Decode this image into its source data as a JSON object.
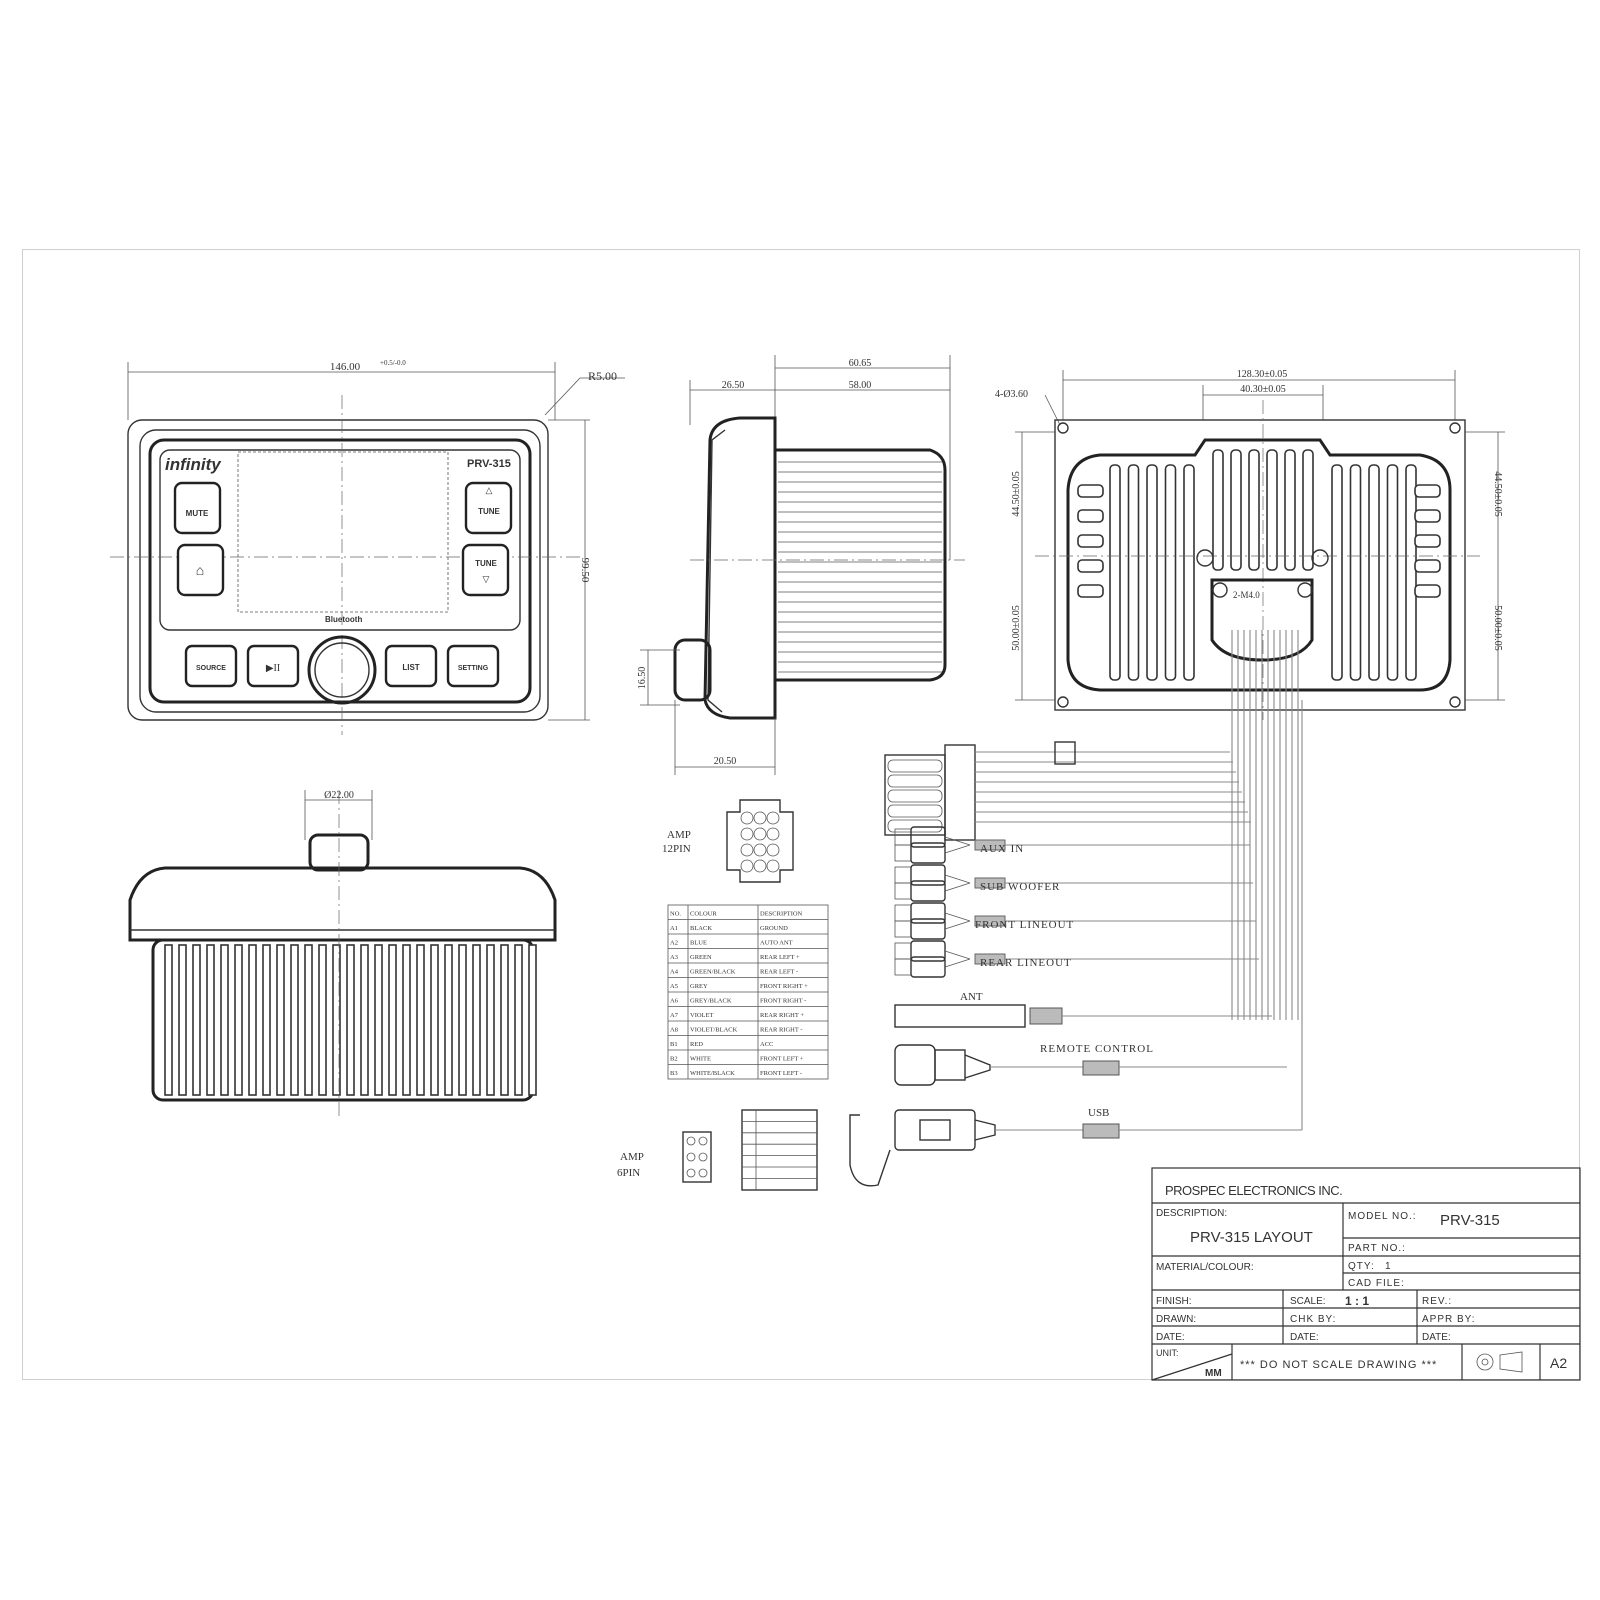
{
  "front_view": {
    "width_dim": "146.00",
    "width_tol": "+0.5/-0.0",
    "corner_radius": "R5.00",
    "height_dim": "99.50",
    "brand": "infinity",
    "model": "PRV-315",
    "bluetooth": "Bluetooth",
    "buttons": {
      "mute": "MUTE",
      "tune_up": "TUNE",
      "tune_down": "TUNE",
      "home": "⌂",
      "source": "SOURCE",
      "play": "▶II",
      "list": "LIST",
      "setting": "SETTING"
    }
  },
  "side_view": {
    "total_depth": "60.65",
    "front_depth": "26.50",
    "body_depth": "58.00",
    "knob_height": "16.50",
    "knob_depth": "20.50"
  },
  "rear_view": {
    "outer_width": "128.30±0.05",
    "inner_width": "40.30±0.05",
    "holes": "4-Ø3.60",
    "left_height_top": "44.50±0.05",
    "left_height_bottom": "50.00±0.05",
    "right_height_top": "44.50±0.05",
    "right_height_bottom": "50.00±0.05",
    "screw_label": "2-M4.0"
  },
  "top_view": {
    "knob_diameter": "Ø22.00"
  },
  "harness": {
    "aux_in": "AUX IN",
    "subwoofer": "SUB WOOFER",
    "front_line_out": "FRONT LINEOUT",
    "rear_line_out": "REAR LINEOUT",
    "ant": "ANT",
    "remote_control": "REMOTE CONTROL",
    "usb": "USB"
  },
  "amp_connectors": {
    "amp12_label": "AMP",
    "amp12_pin": "12PIN",
    "amp6_label": "AMP",
    "amp6_pin": "6PIN",
    "pin_table_headers": [
      "NO.",
      "COLOUR",
      "DESCRIPTION"
    ],
    "pin_table_rows": [
      [
        "A1",
        "BLACK",
        "GROUND"
      ],
      [
        "A2",
        "BLUE",
        "AUTO ANT"
      ],
      [
        "A3",
        "GREEN",
        "REAR LEFT +"
      ],
      [
        "A4",
        "GREEN/BLACK",
        "REAR LEFT -"
      ],
      [
        "A5",
        "GREY",
        "FRONT RIGHT +"
      ],
      [
        "A6",
        "GREY/BLACK",
        "FRONT RIGHT -"
      ],
      [
        "A7",
        "VIOLET",
        "REAR RIGHT +"
      ],
      [
        "A8",
        "VIOLET/BLACK",
        "REAR RIGHT -"
      ],
      [
        "B1",
        "RED",
        "ACC"
      ],
      [
        "B2",
        "WHITE",
        "FRONT LEFT +"
      ],
      [
        "B3",
        "WHITE/BLACK",
        "FRONT LEFT -"
      ]
    ]
  },
  "title_block": {
    "company": "PROSPEC ELECTRONICS INC.",
    "description_label": "DESCRIPTION:",
    "description": "PRV-315 LAYOUT",
    "model_no_label": "MODEL NO.:",
    "model_no": "PRV-315",
    "part_no_label": "PART NO.:",
    "material_label": "MATERIAL/COLOUR:",
    "qty_label": "QTY:",
    "qty": "1",
    "cad_file_label": "CAD FILE:",
    "finish_label": "FINISH:",
    "scale_label": "SCALE:",
    "scale": "1 : 1",
    "rev_label": "REV.:",
    "drawn_label": "DRAWN:",
    "chk_label": "CHK BY:",
    "appr_label": "APPR BY:",
    "date_label_1": "DATE:",
    "date_label_2": "DATE:",
    "date_label_3": "DATE:",
    "unit_label": "UNIT:",
    "unit": "MM",
    "notice": "*** DO NOT SCALE DRAWING ***",
    "sheet_size": "A2"
  }
}
